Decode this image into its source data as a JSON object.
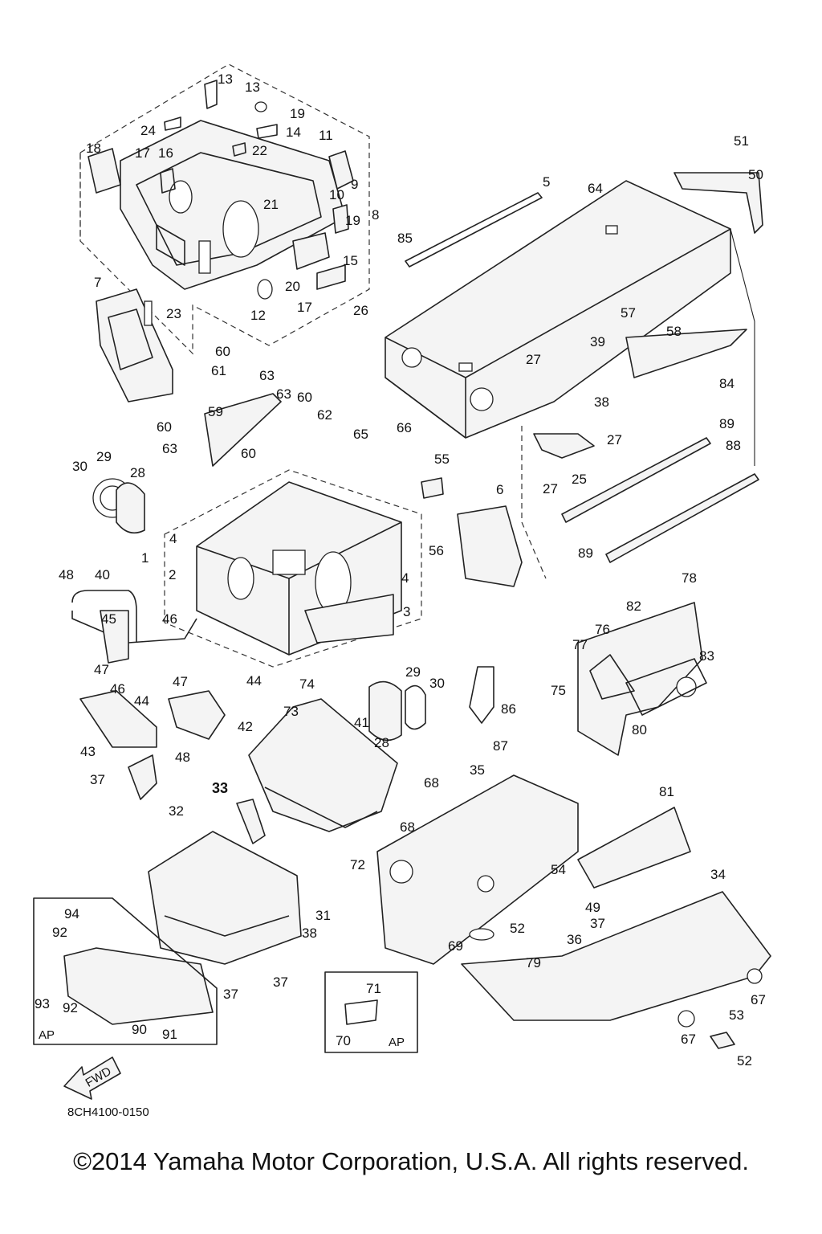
{
  "diagram": {
    "part_number_code": "8CH4100-0150",
    "copyright": "©2014 Yamaha Motor Corporation, U.S.A. All rights reserved.",
    "fwd_label": "FWD",
    "ap_box_left_label": "AP",
    "ap_box_right_label": "AP",
    "callouts": [
      "1",
      "2",
      "3",
      "4",
      "5",
      "6",
      "7",
      "8",
      "9",
      "10",
      "11",
      "12",
      "13",
      "14",
      "15",
      "16",
      "17",
      "18",
      "19",
      "20",
      "21",
      "22",
      "23",
      "24",
      "25",
      "26",
      "27",
      "28",
      "29",
      "30",
      "31",
      "32",
      "33",
      "34",
      "35",
      "36",
      "37",
      "38",
      "39",
      "40",
      "41",
      "42",
      "43",
      "44",
      "45",
      "46",
      "47",
      "48",
      "49",
      "50",
      "51",
      "52",
      "53",
      "54",
      "55",
      "56",
      "57",
      "58",
      "59",
      "60",
      "61",
      "62",
      "63",
      "64",
      "65",
      "66",
      "67",
      "68",
      "69",
      "70",
      "71",
      "72",
      "73",
      "74",
      "75",
      "76",
      "77",
      "78",
      "79",
      "80",
      "81",
      "82",
      "83",
      "84",
      "85",
      "86",
      "87",
      "88",
      "89",
      "90",
      "91",
      "92",
      "93",
      "94"
    ]
  }
}
